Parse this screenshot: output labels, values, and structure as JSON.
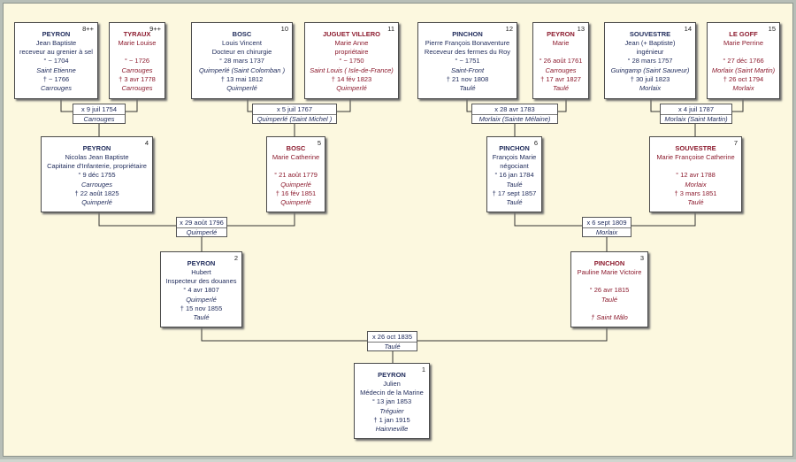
{
  "persons": {
    "p1": {
      "num": "1",
      "surname": "PEYRON",
      "first": "Julien",
      "occ": "Médecin de la Marine",
      "b_date": "° 13 jan 1853",
      "b_place": "Tréguier",
      "d_date": "† 1 jan 1915",
      "d_place": "Hainneville"
    },
    "p2": {
      "num": "2",
      "surname": "PEYRON",
      "first": "Hubert",
      "occ": "Inspecteur des douanes",
      "b_date": "° 4 avr 1807",
      "b_place": "Quimperlé",
      "d_date": "† 15 nov 1855",
      "d_place": "Taulé"
    },
    "p3": {
      "num": "3",
      "surname": "PINCHON",
      "first": "Pauline Marie Victoire",
      "occ": "",
      "b_date": "° 26 avr 1815",
      "b_place": "Taulé",
      "d_date": "† Saint Mâlo",
      "d_place": ""
    },
    "p4": {
      "num": "4",
      "surname": "PEYRON",
      "first": "Nicolas Jean Baptiste",
      "occ": "Capitaine d'Infanterie, propriétaire",
      "b_date": "° 9 déc 1755",
      "b_place": "Carrouges",
      "d_date": "† 22 août 1825",
      "d_place": "Quimperlé"
    },
    "p5": {
      "num": "5",
      "surname": "BOSC",
      "first": "Marie Catherine",
      "occ": "",
      "b_date": "° 21 août 1779",
      "b_place": "Quimperlé",
      "d_date": "† 16 fév 1851",
      "d_place": "Quimperlé"
    },
    "p6": {
      "num": "6",
      "surname": "PINCHON",
      "first": "François Marie",
      "occ": "négociant",
      "b_date": "° 16 jan 1784",
      "b_place": "Taulé",
      "d_date": "† 17 sept 1857",
      "d_place": "Taulé"
    },
    "p7": {
      "num": "7",
      "surname": "SOUVESTRE",
      "first": "Marie Françoise Catherine",
      "occ": "",
      "b_date": "° 12 avr 1788",
      "b_place": "Morlaix",
      "d_date": "† 3 mars 1851",
      "d_place": "Taulé"
    },
    "p8": {
      "num": "8++",
      "surname": "PEYRON",
      "first": "Jean Baptiste",
      "occ": "receveur au grenier à sel",
      "b_date": "° ~ 1704",
      "b_place": "Saint Etienne",
      "d_date": "† ~ 1766",
      "d_place": "Carrouges"
    },
    "p9": {
      "num": "9++",
      "surname": "TYRAUX",
      "first": "Marie Louise",
      "occ": "",
      "b_date": "° ~ 1726",
      "b_place": "Carrouges",
      "d_date": "† 3 avr 1778",
      "d_place": "Carrouges"
    },
    "p10": {
      "num": "10",
      "surname": "BOSC",
      "first": "Louis Vincent",
      "occ": "Docteur en chirurgie",
      "b_date": "° 28 mars 1737",
      "b_place": "Quimperlé (Saint Colomban )",
      "d_date": "† 13 mai 1812",
      "d_place": "Quimperlé"
    },
    "p11": {
      "num": "11",
      "surname": "JUGUET VILLERO",
      "first": "Marie Anne",
      "occ": "propriétaire",
      "b_date": "° ~ 1750",
      "b_place": "Saint Louis ( Isle-de-France)",
      "d_date": "† 14 fév 1823",
      "d_place": "Quimperlé"
    },
    "p12": {
      "num": "12",
      "surname": "PINCHON",
      "first": "Pierre François Bonaventure",
      "occ": "Receveur des fermes du Roy",
      "b_date": "° ~ 1751",
      "b_place": "Saint-Front",
      "d_date": "† 21 nov 1808",
      "d_place": "Taulé"
    },
    "p13": {
      "num": "13",
      "surname": "PEYRON",
      "first": "Marie",
      "occ": "",
      "b_date": "° 26 août 1761",
      "b_place": "Carrouges",
      "d_date": "† 17 avr 1827",
      "d_place": "Taulé"
    },
    "p14": {
      "num": "14",
      "surname": "SOUVESTRE",
      "first": "Jean (+ Baptiste)",
      "occ": "ingénieur",
      "b_date": "° 28 mars 1757",
      "b_place": "Guingamp (Saint Sauveur)",
      "d_date": "† 30 juil 1823",
      "d_place": "Morlaix"
    },
    "p15": {
      "num": "15",
      "surname": "LE GOFF",
      "first": "Marie Perrine",
      "occ": "",
      "b_date": "° 27 déc 1766",
      "b_place": "Morlaix (Saint Martin)",
      "d_date": "† 26 oct 1794",
      "d_place": "Morlaix"
    }
  },
  "marriages": {
    "m89": {
      "date": "x 9 juil 1754",
      "place": "Carrouges"
    },
    "m1011": {
      "date": "x 5 juil 1767",
      "place": "Quimperlé (Saint Michel )"
    },
    "m1213": {
      "date": "x 28 avr 1783",
      "place": "Morlaix (Sainte Mélaine)"
    },
    "m1415": {
      "date": "x 4 juil 1787",
      "place": "Morlaix (Saint Martin)"
    },
    "m45": {
      "date": "x 29 août 1796",
      "place": "Quimperlé"
    },
    "m67": {
      "date": "x 6 sept 1809",
      "place": "Morlaix"
    },
    "m23": {
      "date": "x 26 oct 1835",
      "place": "Taulé"
    }
  },
  "colors": {
    "background": "#fcf8df",
    "male_text": "#1e2a5a",
    "female_text": "#8c1b2e",
    "line": "#333333"
  }
}
